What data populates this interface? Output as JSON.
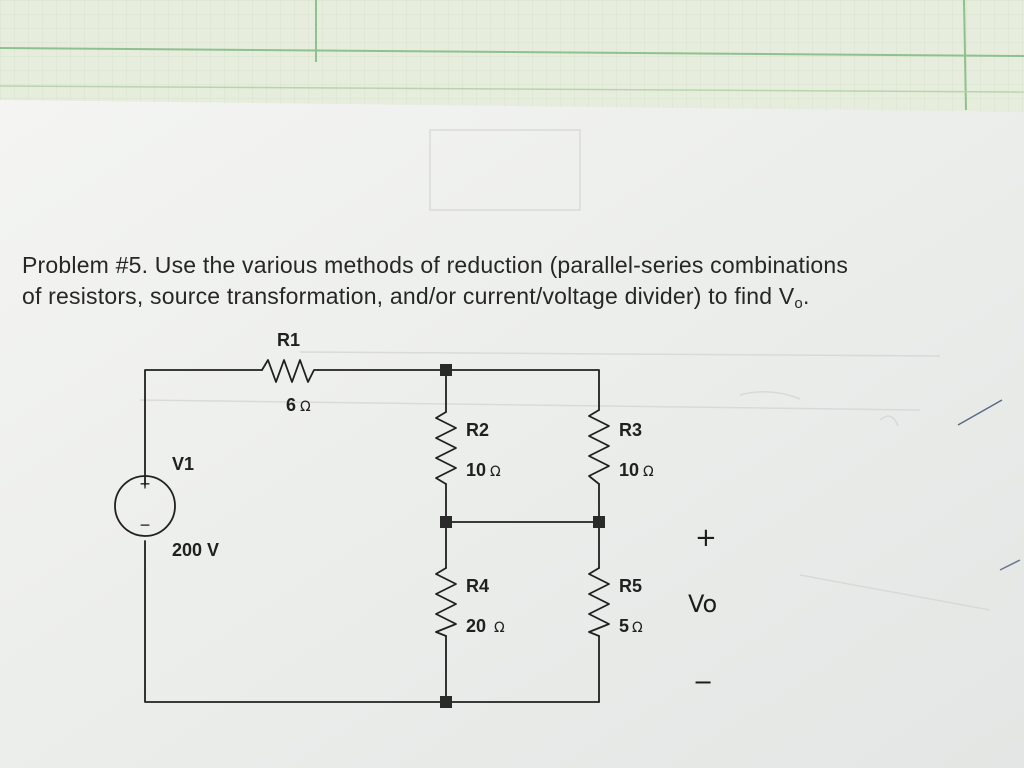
{
  "problem": {
    "line1": "Problem #5. Use the various methods of reduction (parallel-series combinations",
    "line2_prefix": "of resistors, source transformation, and/or current/voltage divider) to find V",
    "line2_sub": "o",
    "line2_suffix": "."
  },
  "circuit": {
    "source": {
      "name": "V1",
      "value": "200 V",
      "plus_sign": "+",
      "minus_sign": "−"
    },
    "resistors": [
      {
        "name": "R1",
        "value": "6",
        "unit": "Ω"
      },
      {
        "name": "R2",
        "value": "10",
        "unit": "Ω"
      },
      {
        "name": "R3",
        "value": "10",
        "unit": "Ω"
      },
      {
        "name": "R4",
        "value": "20",
        "unit": "Ω"
      },
      {
        "name": "R5",
        "value": "5",
        "unit": "Ω"
      }
    ],
    "vo": {
      "plus": "+",
      "label": "Vo",
      "minus": "−"
    }
  },
  "colors": {
    "paper": "#f1f2f0",
    "graph_paper": "#e6eddc",
    "grid_line": "#8fc08f",
    "ink": "#202020"
  }
}
